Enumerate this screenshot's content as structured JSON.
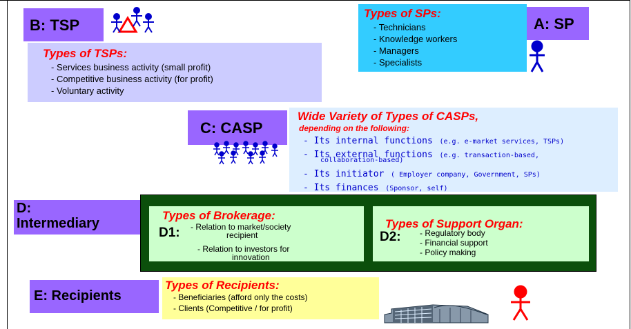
{
  "tsp": {
    "label": "B: TSP",
    "heading": "Types of TSPs:",
    "items": [
      "- Services business activity (small profit)",
      "- Competitive business activity (for profit)",
      "- Voluntary activity"
    ]
  },
  "sp": {
    "label": "A: SP",
    "heading": "Types of SPs:",
    "items": [
      "- Technicians",
      "- Knowledge workers",
      "- Managers",
      "- Specialists"
    ]
  },
  "casp": {
    "label": "C: CASP",
    "heading": "Wide Variety of Types of CASPs,",
    "subheading": "depending on the following:",
    "items": [
      {
        "main": "- Its internal functions",
        "note": "(e.g. e-market services, TSPs)",
        "note2": ""
      },
      {
        "main": "- Its external functions",
        "note": "(e.g. transaction-based,",
        "note2": "collaboration-based)"
      },
      {
        "main": "- Its initiator",
        "note": "( Employer company, Government, SPs)",
        "note2": ""
      },
      {
        "main": "- Its finances",
        "note": "(Sponsor, self)",
        "note2": ""
      }
    ]
  },
  "intermediary": {
    "label_line1": "D:",
    "label_line2": "Intermediary",
    "d1": {
      "heading": "Types of Brokerage:",
      "tag": "D1:",
      "items": [
        "- Relation to market/society",
        "recipient",
        "- Relation to investors for",
        "innovation"
      ]
    },
    "d2": {
      "heading": "Types of Support Organ:",
      "tag": "D2:",
      "items": [
        "- Regulatory body",
        "- Financial support",
        "- Policy making"
      ]
    }
  },
  "recipients": {
    "label": "E: Recipients",
    "heading": "Types of Recipients:",
    "items": [
      "- Beneficiaries (afford only the costs)",
      "- Clients (Competitive / for profit)"
    ]
  },
  "colors": {
    "purple": "#9966ff",
    "lavender": "#ccccff",
    "cyan": "#33ccff",
    "light_blue": "#ddeeff",
    "dark_green": "#0b4f0b",
    "light_green": "#ccffcc",
    "yellow": "#ffff99",
    "red": "#ff0000",
    "blue": "#0000cc"
  },
  "icons": [
    "people-group-icon",
    "person-icon",
    "crowd-icon",
    "building-icon"
  ]
}
